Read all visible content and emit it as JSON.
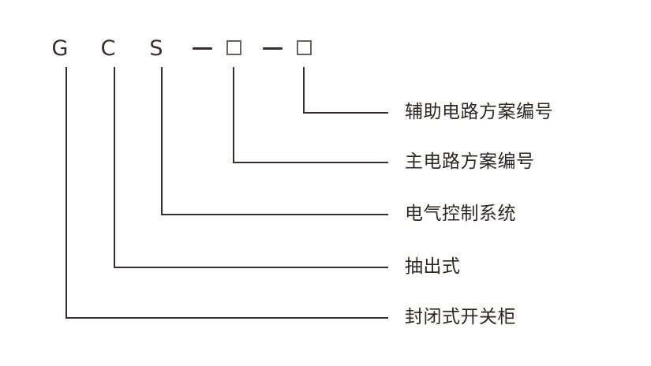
{
  "diagram": {
    "title_code": "GCS-□-□",
    "colors": {
      "line": "#3a2e2d",
      "box_border": "#6e6260",
      "text": "#2f2523",
      "background": "#ffffff"
    },
    "code_row": [
      {
        "name": "letter-g",
        "text": "G",
        "type": "letter"
      },
      {
        "name": "letter-c",
        "text": "C",
        "type": "letter"
      },
      {
        "name": "letter-s",
        "text": "S",
        "type": "letter"
      },
      {
        "name": "dash-1",
        "text": "—",
        "type": "dash"
      },
      {
        "name": "placeholder-1",
        "text": "□",
        "type": "box"
      },
      {
        "name": "dash-2",
        "text": "—",
        "type": "dash"
      },
      {
        "name": "placeholder-2",
        "text": "□",
        "type": "box"
      }
    ],
    "leaders": [
      {
        "key": "auxiliary-circuit-scheme-number",
        "label": "辅助电路方案编号",
        "source": "placeholder-2"
      },
      {
        "key": "main-circuit-scheme-number",
        "label": "主电路方案编号",
        "source": "placeholder-1"
      },
      {
        "key": "electrical-control-system",
        "label": "电气控制系统",
        "source": "letter-s"
      },
      {
        "key": "withdrawable-type",
        "label": "抽出式",
        "source": "letter-c"
      },
      {
        "key": "enclosed-switchgear-cabinet",
        "label": "封闭式开关柜",
        "source": "letter-g"
      }
    ]
  }
}
